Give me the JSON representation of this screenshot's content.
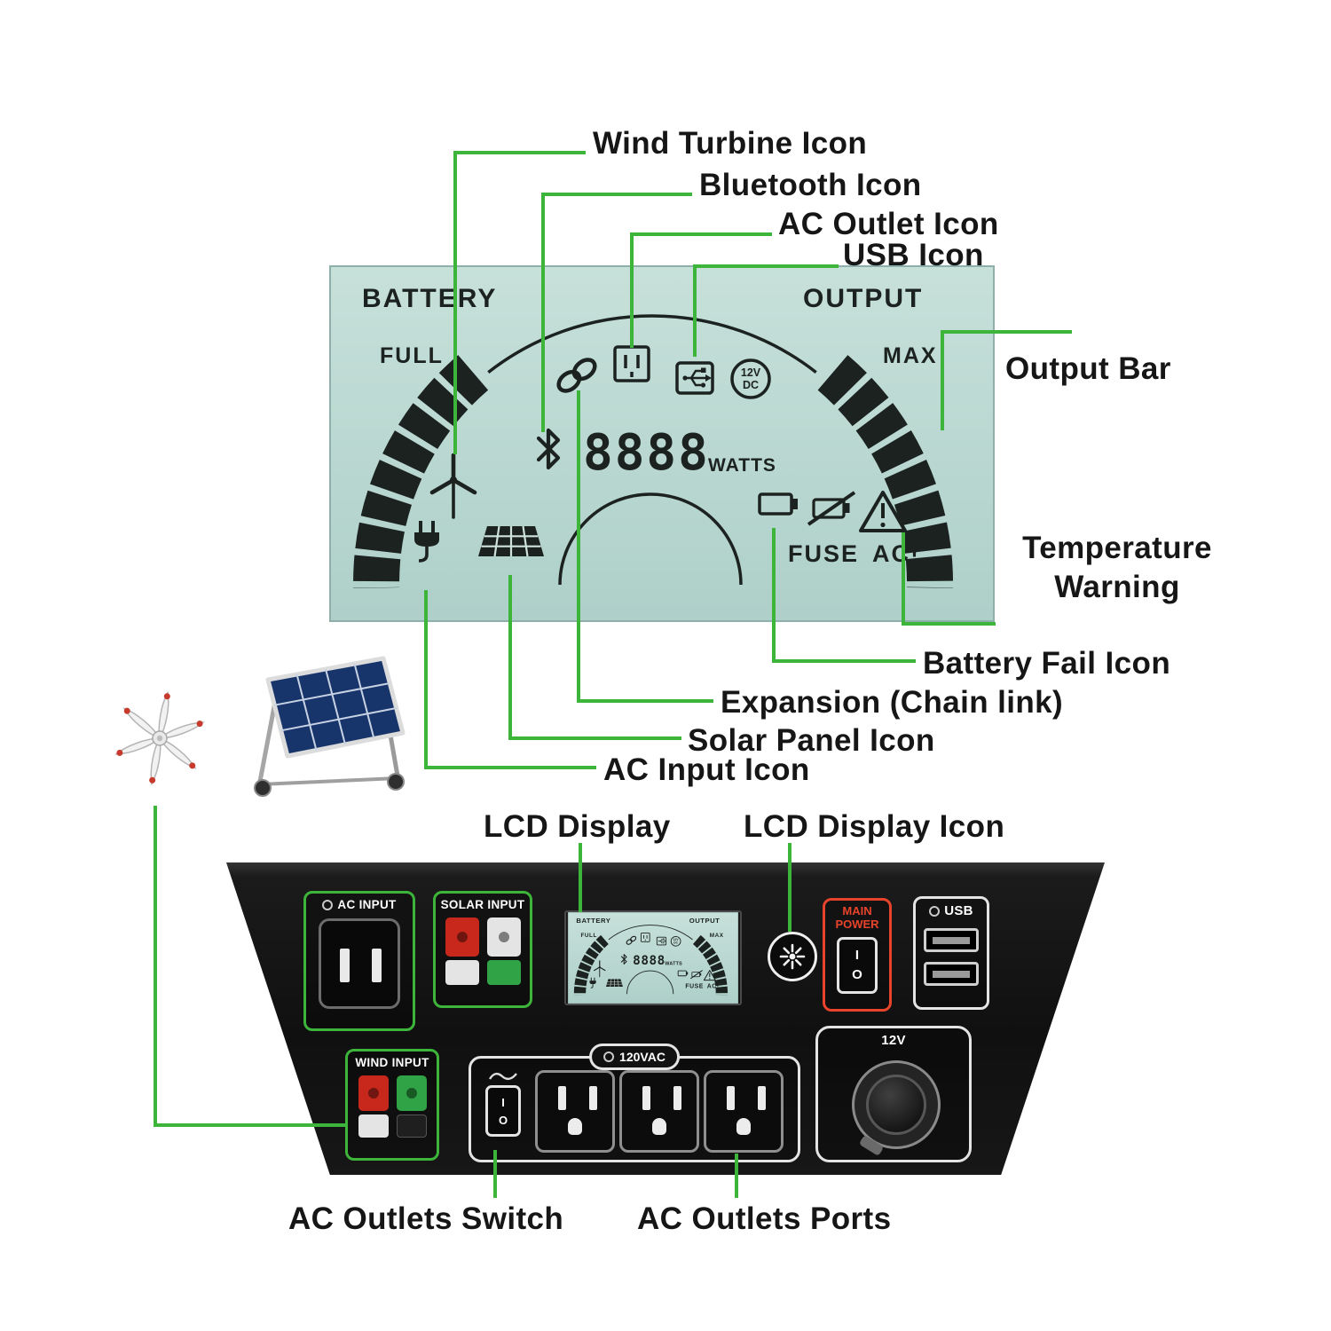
{
  "colors": {
    "callout_green": "#3db53b",
    "lcd_bg_top": "#c7e0da",
    "lcd_bg_bottom": "#aed0c9",
    "lcd_ink": "#1c221f",
    "panel_bg": "#121212",
    "main_power_red": "#e8432b",
    "clamp_red": "#c8281c",
    "clamp_green": "#2fa346"
  },
  "callouts": {
    "wind_turbine": "Wind Turbine Icon",
    "bluetooth": "Bluetooth Icon",
    "ac_outlet": "AC Outlet Icon",
    "usb": "USB Icon",
    "output_bar": "Output Bar",
    "temperature_line1": "Temperature",
    "temperature_line2": "Warning",
    "battery_fail": "Battery Fail Icon",
    "expansion": "Expansion (Chain link)",
    "solar_panel": "Solar Panel Icon",
    "ac_input": "AC Input Icon",
    "lcd_display": "LCD Display",
    "lcd_display_icon": "LCD Display Icon",
    "ac_outlets_switch": "AC Outlets Switch",
    "ac_outlets_ports": "AC Outlets Ports"
  },
  "lcd": {
    "battery_label": "BATTERY",
    "output_label": "OUTPUT",
    "full_label": "FULL",
    "max_label": "MAX",
    "watts_value": "8888",
    "watts_unit": "WATTS",
    "dc_badge_line1": "12V",
    "dc_badge_line2": "DC",
    "fuse_label": "FUSE",
    "ac_alert_label": "AC!"
  },
  "panel": {
    "ac_input_label": "AC INPUT",
    "solar_input_label": "SOLAR INPUT",
    "wind_input_label": "WIND INPUT",
    "main_power_line1": "MAIN",
    "main_power_line2": "POWER",
    "usb_label": "USB",
    "ac_outlets_label": "120VAC",
    "dc_socket_label": "12V",
    "switch_on": "I",
    "switch_off": "O"
  }
}
